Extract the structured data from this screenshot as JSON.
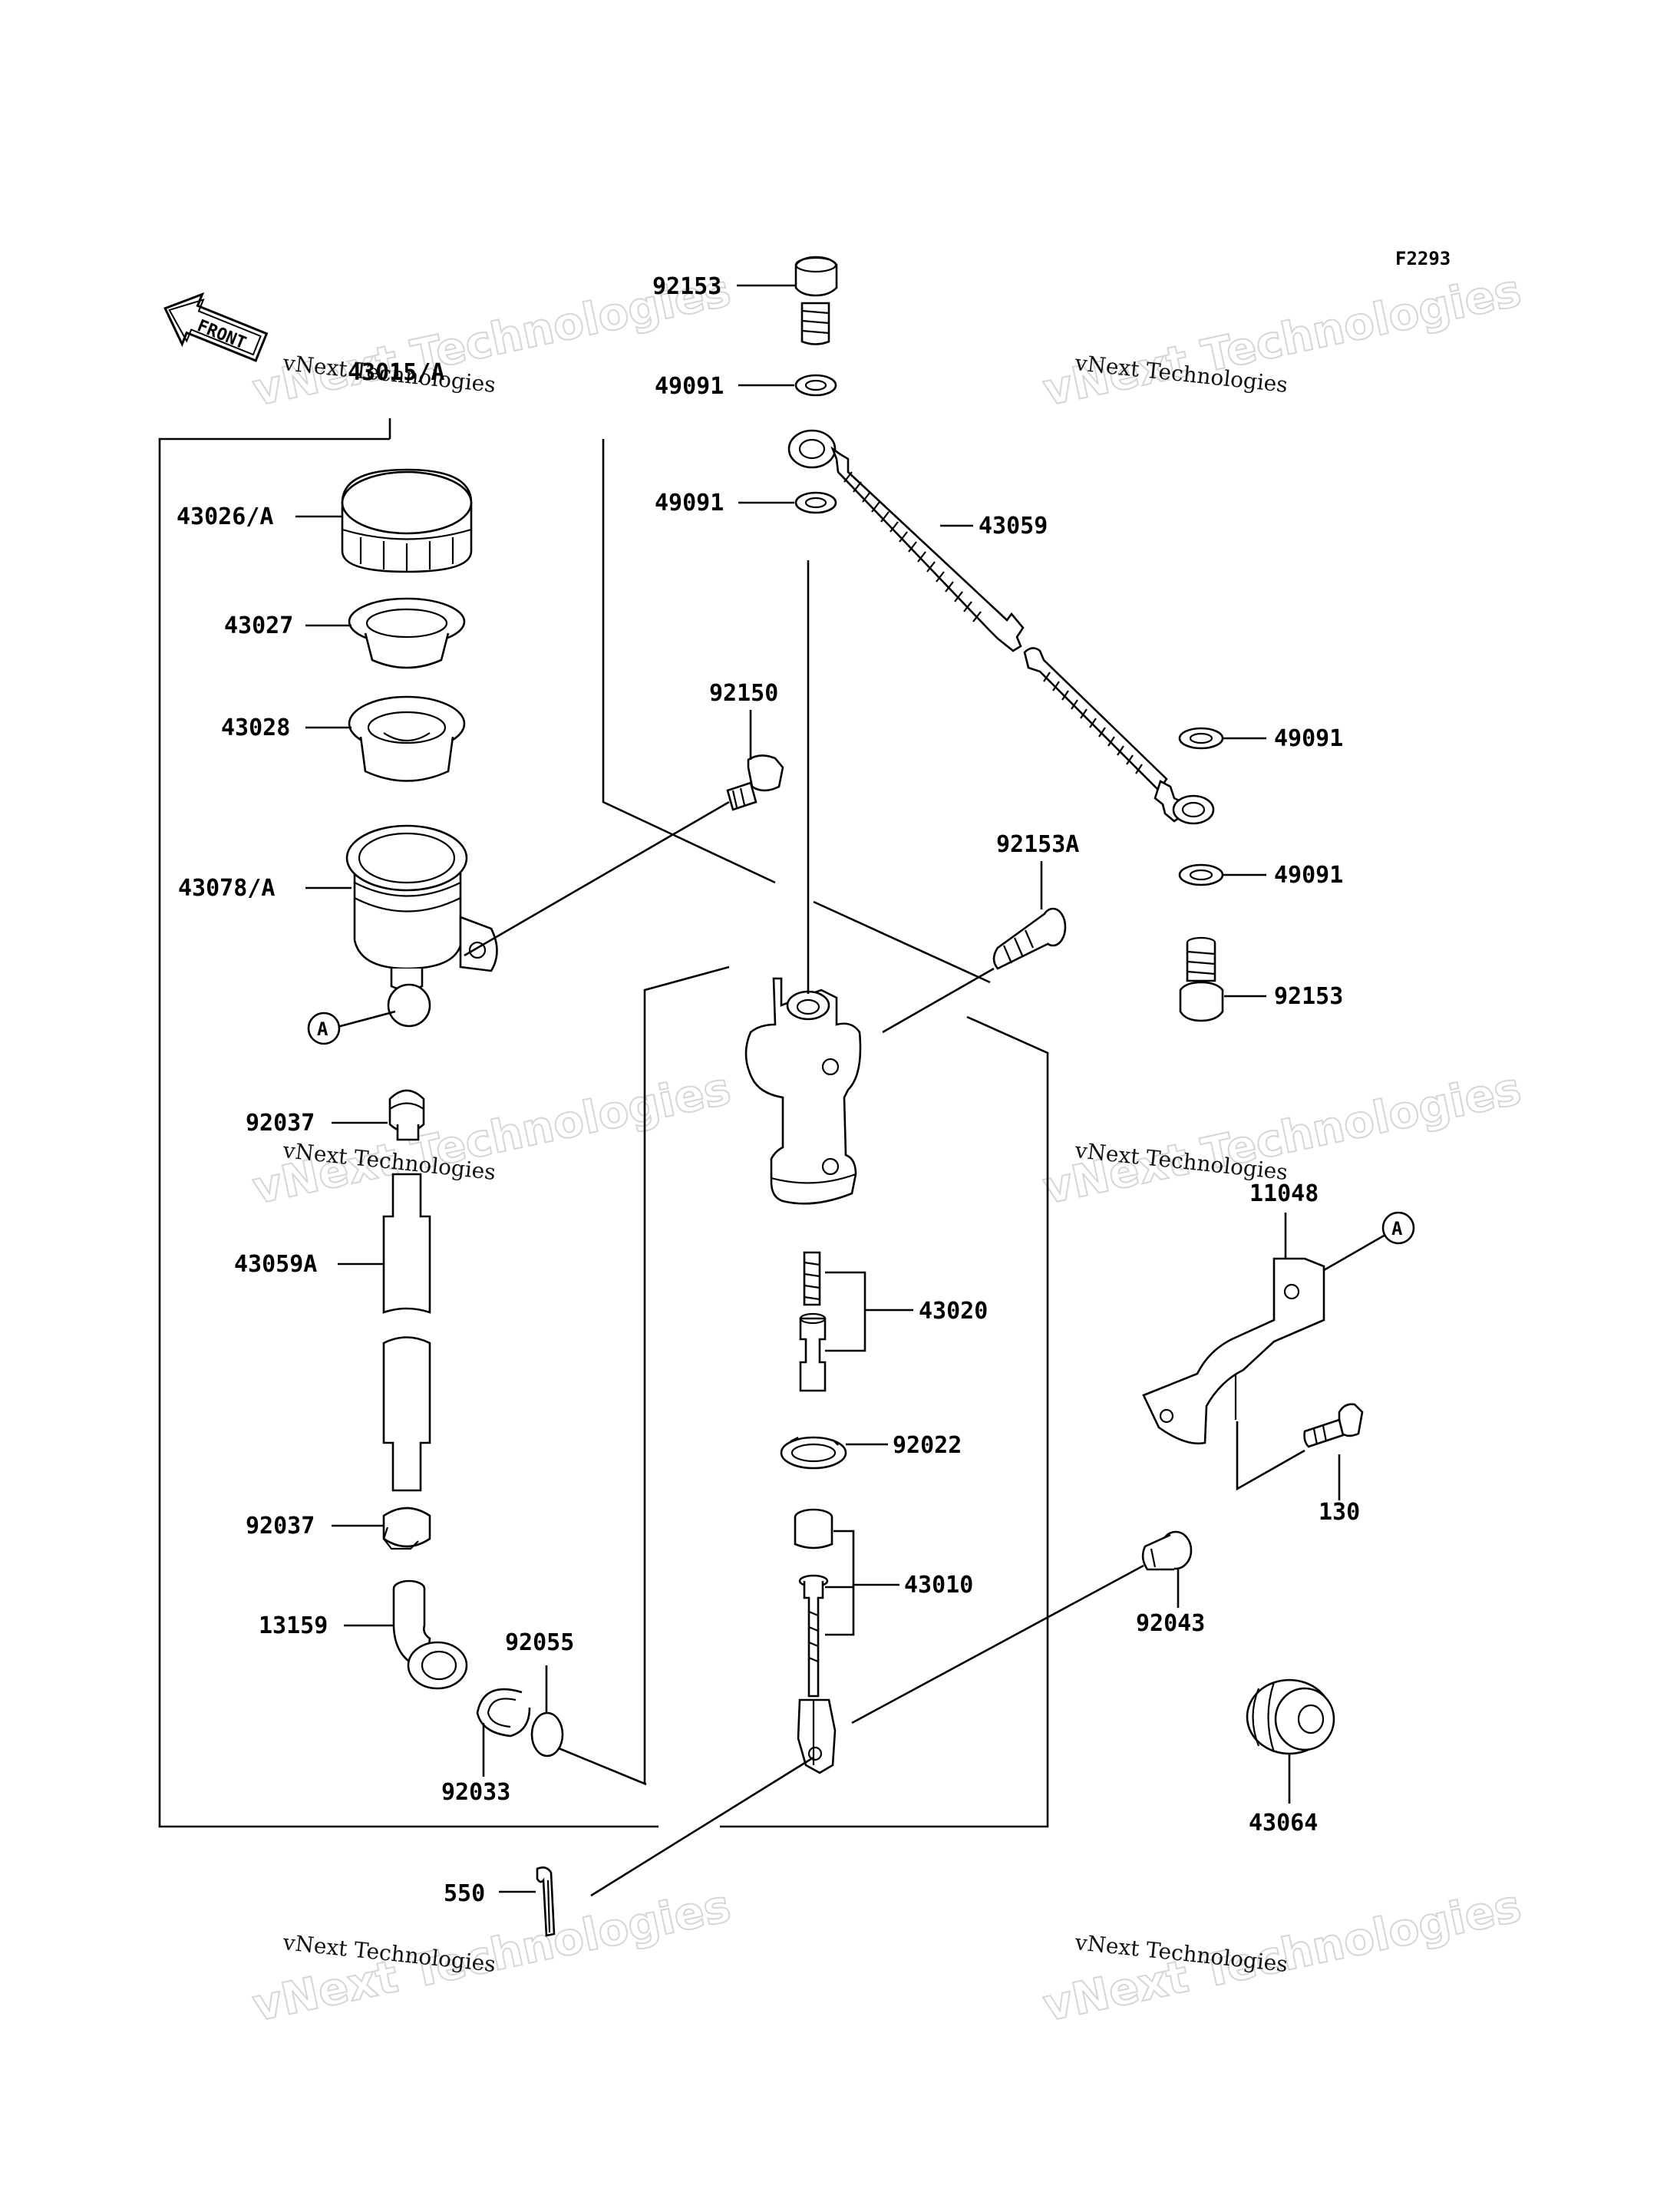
{
  "figure_code": "F2293",
  "front_label": "FRONT",
  "ref_marks": [
    "A",
    "A"
  ],
  "watermark": {
    "line1": "vNext Technologies",
    "line2": "vNext Technologies",
    "instances": 6
  },
  "parts": {
    "p43015": "43015/A",
    "p43026": "43026/A",
    "p43027": "43027",
    "p43028": "43028",
    "p43078": "43078/A",
    "p92037a": "92037",
    "p43059A": "43059A",
    "p92037b": "92037",
    "p13159": "13159",
    "p92055": "92055",
    "p92033": "92033",
    "p550": "550",
    "p92153a": "92153",
    "p49091a": "49091",
    "p49091b": "49091",
    "p43059": "43059",
    "p92150": "92150",
    "p49091c": "49091",
    "p49091d": "49091",
    "p92153A": "92153A",
    "p92153b": "92153",
    "p11048": "11048",
    "p43020": "43020",
    "p92022": "92022",
    "p130": "130",
    "p43010": "43010",
    "p92043": "92043",
    "p43064": "43064"
  }
}
